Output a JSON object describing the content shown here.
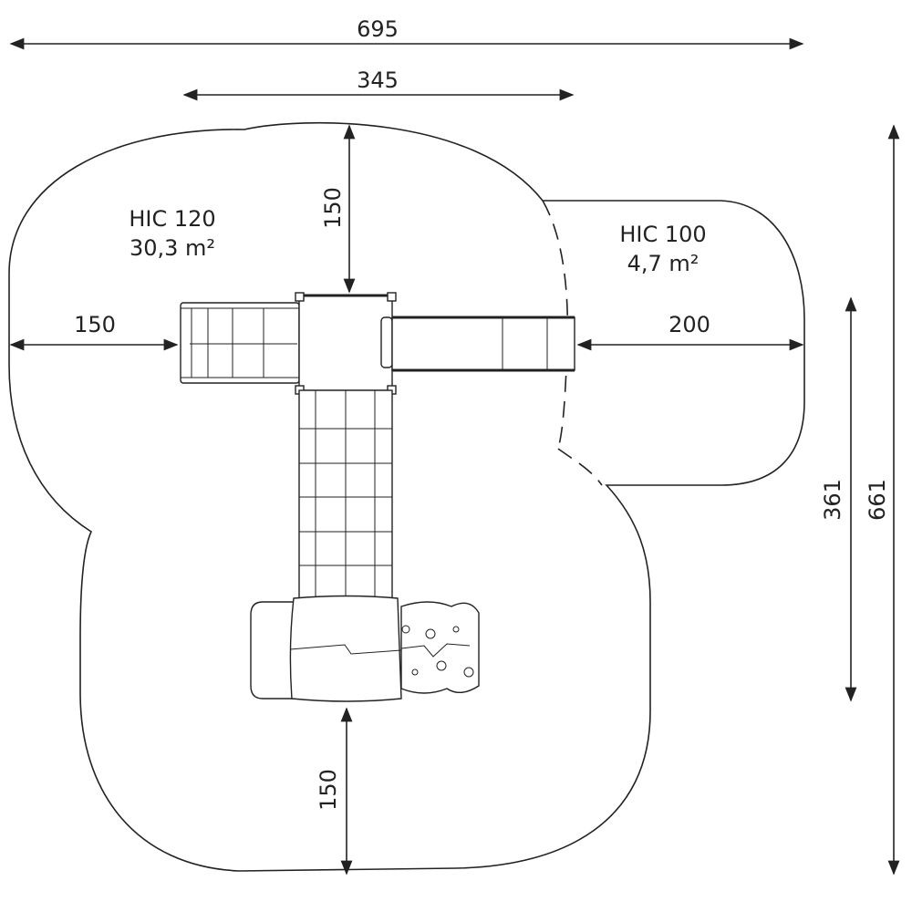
{
  "dimensions": {
    "total_width": "695",
    "structure_width": "345",
    "top_clearance": "150",
    "left_clearance": "150",
    "right_clearance": "200",
    "bottom_clearance": "150",
    "right_zone_height": "361",
    "total_height": "661"
  },
  "zones": [
    {
      "label": "HIC 120",
      "area": "30,3 m²"
    },
    {
      "label": "HIC 100",
      "area": "4,7 m²"
    }
  ],
  "colors": {
    "line": "#222222",
    "background": "#ffffff"
  }
}
